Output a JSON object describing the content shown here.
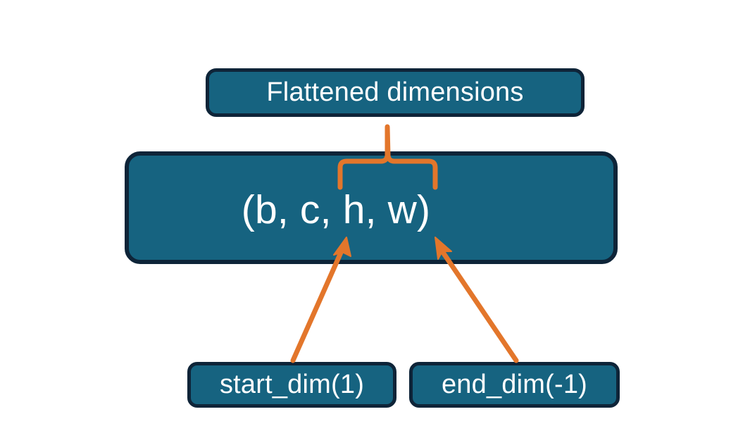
{
  "diagram": {
    "title_node": {
      "label": "Flattened dimensions",
      "name": "flattened-dimensions-node"
    },
    "shape_node": {
      "label": "(b, c, h, w)",
      "name": "tensor-shape-node"
    },
    "start_node": {
      "label": "start_dim(1)",
      "name": "start-dim-node"
    },
    "end_node": {
      "label": "end_dim(-1)",
      "name": "end-dim-node"
    },
    "connectors": {
      "brace_label": "flattened-range-brace",
      "start_arrow_label": "start-dim-arrow",
      "end_arrow_label": "end-dim-arrow"
    },
    "colors": {
      "box_fill": "#166380",
      "box_border": "#0e2438",
      "accent": "#E3762B",
      "text": "#ffffff",
      "background": "#ffffff"
    }
  }
}
